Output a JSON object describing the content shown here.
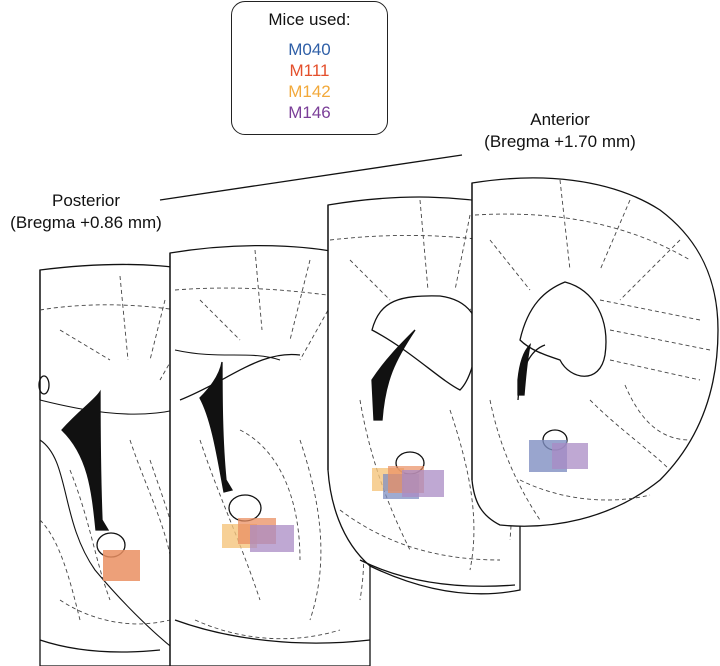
{
  "legend": {
    "title": "Mice used:",
    "items": [
      {
        "id": "M040",
        "color": "#2f5fa7"
      },
      {
        "id": "M111",
        "color": "#e4502c"
      },
      {
        "id": "M142",
        "color": "#f2a93b"
      },
      {
        "id": "M146",
        "color": "#7b3f98"
      }
    ]
  },
  "labels": {
    "anterior": {
      "line1": "Anterior",
      "line2": "(Bregma +1.70 mm)"
    },
    "posterior": {
      "line1": "Posterior",
      "line2": "(Bregma +0.86 mm)"
    }
  },
  "site_fill_colors": {
    "M040": "#7f8fc2",
    "M111": "#ea8f62",
    "M142": "#f5c47c",
    "M146": "#a98bc4"
  }
}
